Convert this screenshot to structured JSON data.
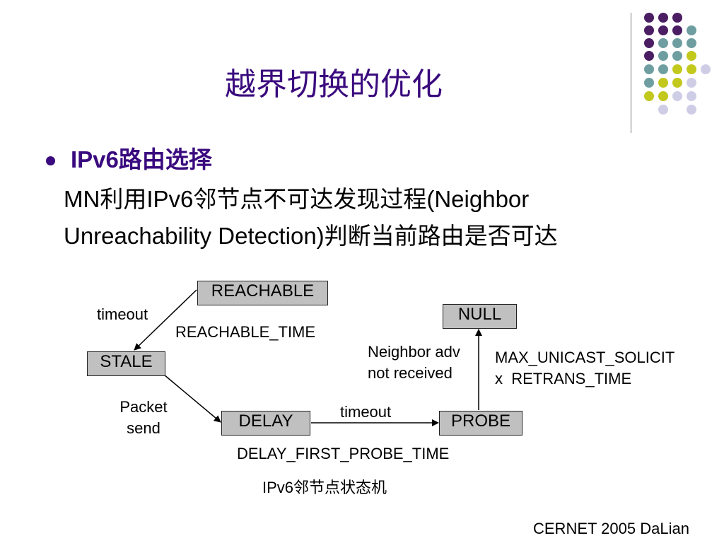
{
  "slide": {
    "title": "越界切换的优化",
    "bullet": "IPv6路由选择",
    "body_lines": [
      "MN利用IPv6邻节点不可达发现过程(Neighbor",
      "Unreachability Detection)判断当前路由是否可达"
    ],
    "footer": "CERNET 2005 DaLian",
    "colors": {
      "title": "#3a0a7e",
      "bullet": "#3a0a7e",
      "state_fill": "#c0c0c0",
      "dot_purple": "#4b1e63",
      "dot_teal": "#6f9ea0",
      "dot_yellow": "#c2c81c",
      "dot_lavender": "#cfcde6"
    }
  },
  "diagram": {
    "states": {
      "reachable": "REACHABLE",
      "stale": "STALE",
      "delay": "DELAY",
      "probe": "PROBE",
      "null": "NULL"
    },
    "labels": {
      "timeout_1": "timeout",
      "reachable_time": "REACHABLE_TIME",
      "packet": "Packet",
      "send": "send",
      "timeout_2": "timeout",
      "delay_first_probe_time": "DELAY_FIRST_PROBE_TIME",
      "neighbor_adv": "Neighbor adv",
      "not_received": "not received",
      "max_unicast": "MAX_UNICAST_SOLICIT",
      "retrans": "x  RETRANS_TIME",
      "caption": "IPv6邻节点状态机"
    }
  }
}
